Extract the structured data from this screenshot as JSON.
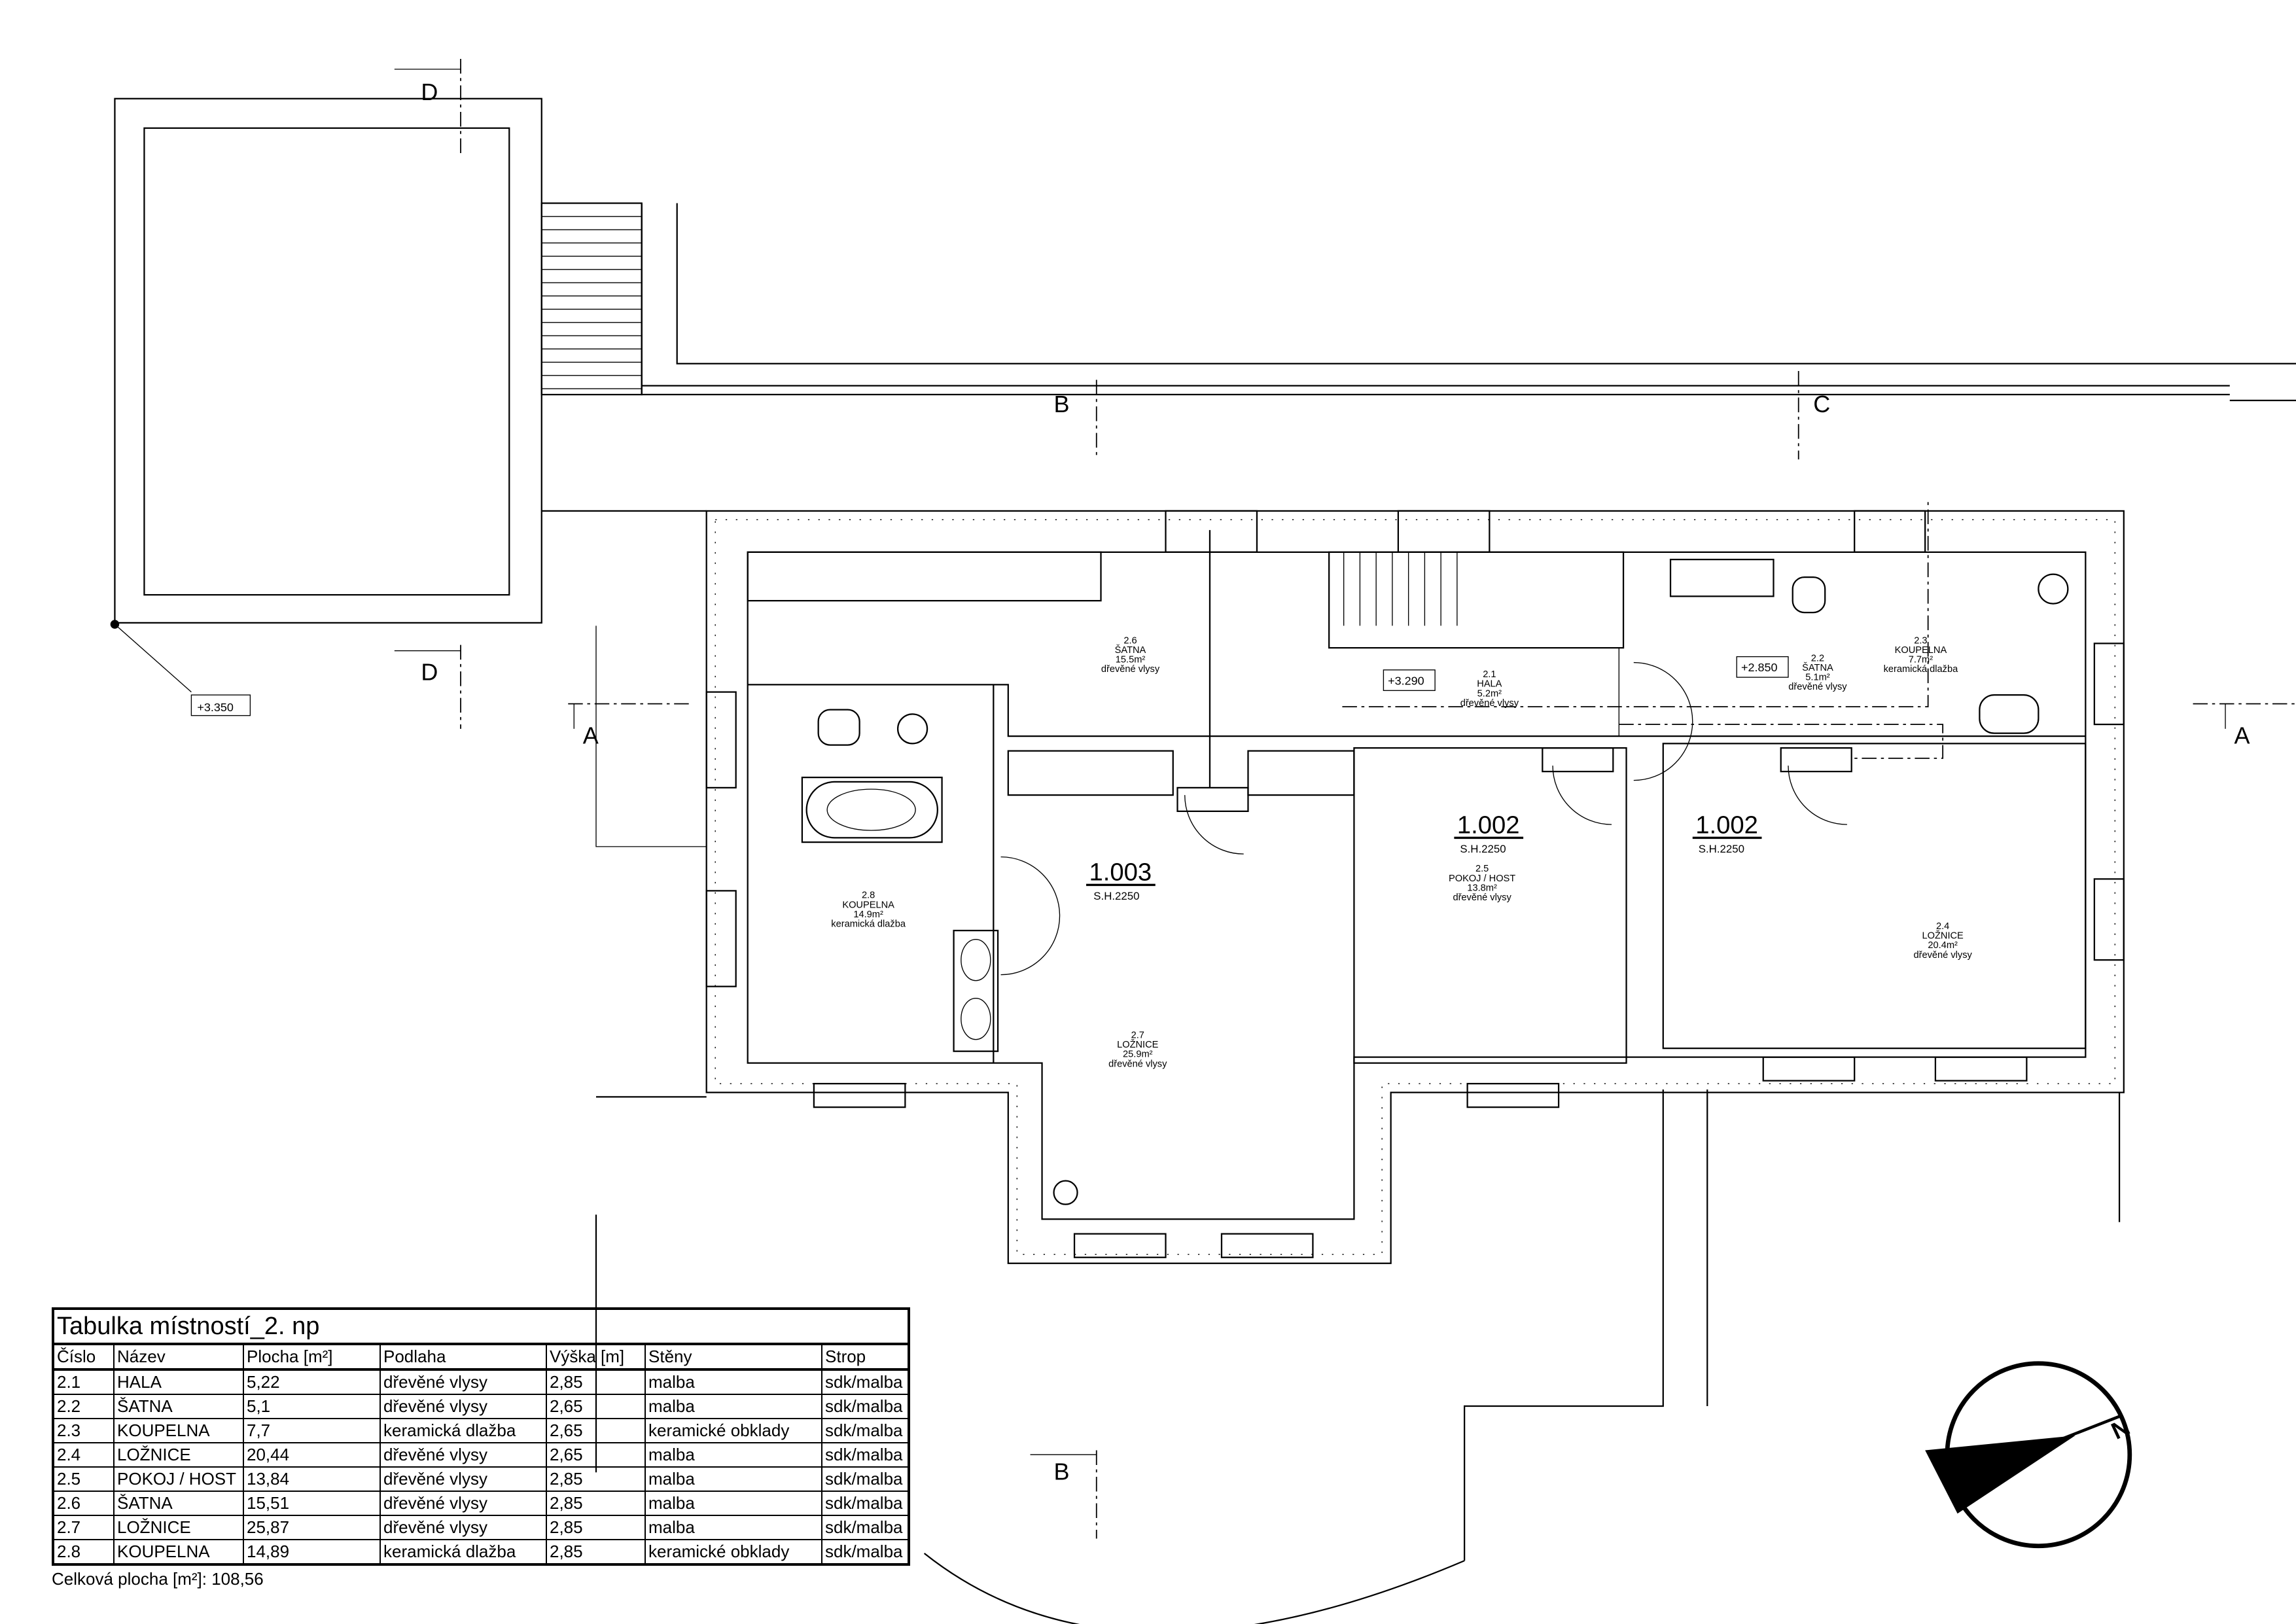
{
  "levels": {
    "terrace": "+3.350",
    "hall": "+3.290",
    "wardrobe": "+2.850"
  },
  "sections": {
    "a": "A",
    "b": "B",
    "c": "C",
    "d": "D"
  },
  "rooms": [
    {
      "num": "2.6",
      "name": "ŠATNA",
      "area": "15.5m²",
      "floor": "dřevěné vlysy"
    },
    {
      "num": "2.1",
      "name": "HALA",
      "area": "5.2m²",
      "floor": "dřevěné vlysy"
    },
    {
      "num": "2.2",
      "name": "ŠATNA",
      "area": "5.1m²",
      "floor": "dřevěné vlysy"
    },
    {
      "num": "2.3",
      "name": "KOUPELNA",
      "area": "7.7m²",
      "floor": "keramická dlažba"
    },
    {
      "num": "2.8",
      "name": "KOUPELNA",
      "area": "14.9m²",
      "floor": "keramická dlažba"
    },
    {
      "num": "2.7",
      "name": "LOŽNICE",
      "area": "25.9m²",
      "floor": "dřevěné vlysy"
    },
    {
      "num": "2.5",
      "name": "POKOJ / HOST",
      "area": "13.8m²",
      "floor": "dřevěné vlysy"
    },
    {
      "num": "2.4",
      "name": "LOŽNICE",
      "area": "20.4m²",
      "floor": "dřevěné vlysy"
    }
  ],
  "doors": [
    {
      "code": "1.003",
      "height": "S.H.2250"
    },
    {
      "code": "1.002",
      "height": "S.H.2250"
    },
    {
      "code": "1.002",
      "height": "S.H.2250"
    }
  ],
  "north_label": "N",
  "table": {
    "title": "Tabulka místností_2. np",
    "headers": [
      "Číslo",
      "Název",
      "Plocha [m²]",
      "Podlaha",
      "Výška [m]",
      "Stěny",
      "Strop"
    ],
    "rows": [
      [
        "2.1",
        "HALA",
        "5,22",
        "dřevěné vlysy",
        "2,85",
        "malba",
        "sdk/malba"
      ],
      [
        "2.2",
        "ŠATNA",
        "5,1",
        "dřevěné vlysy",
        "2,65",
        "malba",
        "sdk/malba"
      ],
      [
        "2.3",
        "KOUPELNA",
        "7,7",
        "keramická dlažba",
        "2,65",
        "keramické obklady",
        "sdk/malba"
      ],
      [
        "2.4",
        "LOŽNICE",
        "20,44",
        "dřevěné vlysy",
        "2,65",
        "malba",
        "sdk/malba"
      ],
      [
        "2.5",
        "POKOJ / HOST",
        "13,84",
        "dřevěné vlysy",
        "2,85",
        "malba",
        "sdk/malba"
      ],
      [
        "2.6",
        "ŠATNA",
        "15,51",
        "dřevěné vlysy",
        "2,85",
        "malba",
        "sdk/malba"
      ],
      [
        "2.7",
        "LOŽNICE",
        "25,87",
        "dřevěné vlysy",
        "2,85",
        "malba",
        "sdk/malba"
      ],
      [
        "2.8",
        "KOUPELNA",
        "14,89",
        "keramická dlažba",
        "2,85",
        "keramické obklady",
        "sdk/malba"
      ]
    ],
    "total_label": "Celková plocha [m²]: 108,56"
  }
}
